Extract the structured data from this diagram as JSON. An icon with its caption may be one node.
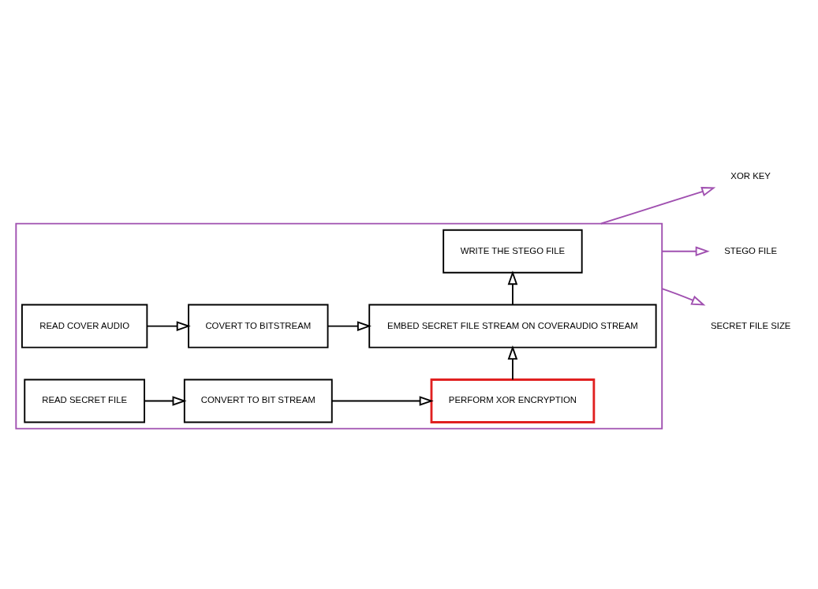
{
  "diagram": {
    "nodes": [
      {
        "text": [],
        "shape": "box"
      },
      {
        "text": [
          "READ SECRET FILE"
        ],
        "in": 0
      },
      {
        "text": [
          "CONVERT TO BIT STREAM"
        ],
        "in": 0
      },
      {
        "text": [
          "PERFORM XOR ENCRYPTION"
        ],
        "in": 0
      },
      {
        "text": [
          "READ COVER AUDIO"
        ],
        "in": 0
      },
      {
        "text": [
          "COVERT TO BITSTREAM"
        ],
        "in": 0
      },
      {
        "text": [
          "EMBED SECRET FILE STREAM ON COVERAUDIO STREAM"
        ],
        "in": 0
      },
      {
        "text": [
          "WRITE THE STEGO FILE"
        ],
        "in": 0
      },
      {
        "text": [
          "XOR KEY"
        ]
      },
      {
        "text": [
          "STEGO FILE"
        ]
      },
      {
        "text": [
          "SECRET FILE SIZE"
        ]
      }
    ],
    "edges": [
      {
        "from": 1,
        "to": 2,
        "arrow": "to"
      },
      {
        "from": 2,
        "to": 3,
        "arrow": "to"
      },
      {
        "from": 3,
        "to": 6,
        "arrow": "to"
      },
      {
        "from": 4,
        "to": 5,
        "arrow": "to"
      },
      {
        "from": 5,
        "to": 6,
        "arrow": "to"
      },
      {
        "from": 6,
        "to": 7,
        "arrow": "to"
      },
      {
        "from": 0,
        "to": 8,
        "arrow": "to",
        "color": "#a050b0"
      },
      {
        "from": 0,
        "to": 9,
        "arrow": "to",
        "color": "#a050b0"
      },
      {
        "from": 0,
        "to": 10,
        "arrow": "to",
        "color": "#a050b0"
      }
    ]
  }
}
